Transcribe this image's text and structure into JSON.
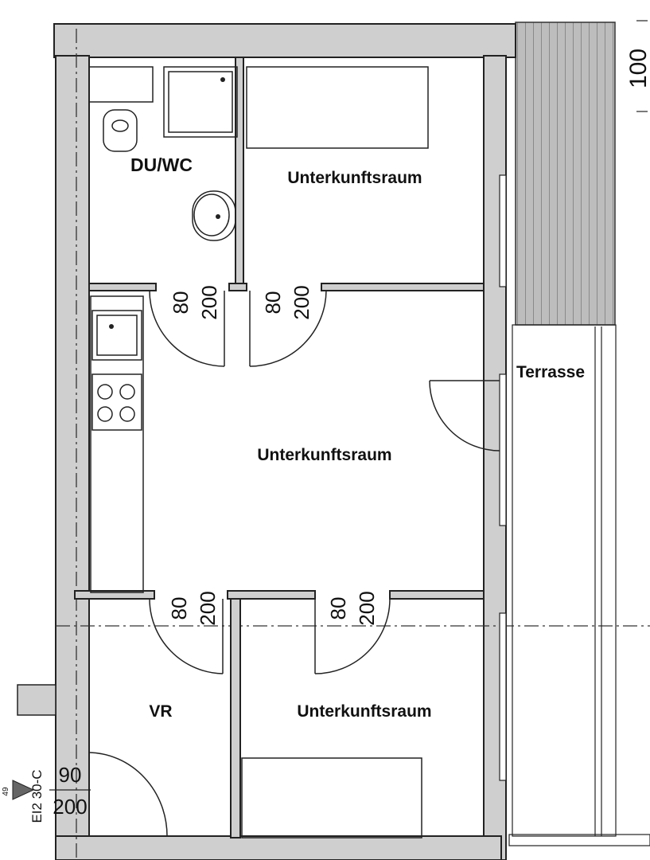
{
  "rooms": {
    "bath": "DU/WC",
    "room_top": "Unterkunftsraum",
    "room_middle": "Unterkunftsraum",
    "room_bottom": "Unterkunftsraum",
    "entry": "VR",
    "terrace": "Terrasse"
  },
  "doors": {
    "d1_width": "80",
    "d1_height": "200",
    "d2_width": "80",
    "d2_height": "200",
    "d3_width": "80",
    "d3_height": "200",
    "d4_width": "80",
    "d4_height": "200",
    "entrance_width": "90",
    "entrance_height": "200",
    "entrance_rating": "EI2 30-C",
    "entrance_level": "49"
  },
  "dimensions": {
    "terrace_depth": "100"
  }
}
